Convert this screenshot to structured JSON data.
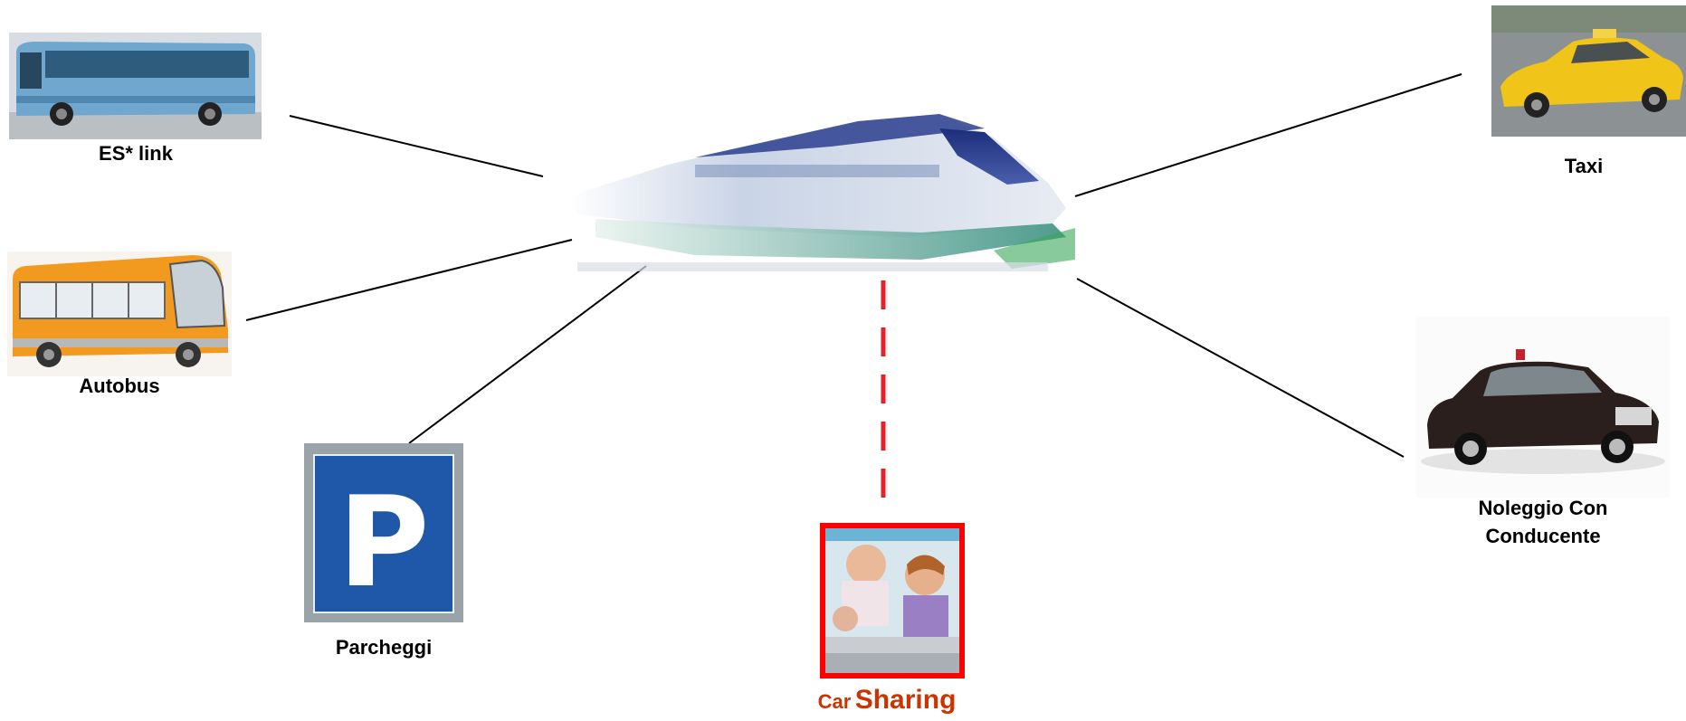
{
  "nodes": {
    "es_link": {
      "label": "ES* link"
    },
    "autobus": {
      "label": "Autobus"
    },
    "parcheggi": {
      "label": "Parcheggi",
      "sign_letter": "P"
    },
    "car_sharing": {
      "label_small": "Car",
      "label_large": "Sharing",
      "color": "#cc3300",
      "frame_color": "#ff0000"
    },
    "taxi": {
      "label": "Taxi"
    },
    "ncc": {
      "label_line1": "Noleggio Con",
      "label_line2": "Conducente"
    }
  },
  "hub": {
    "icon": "high-speed-train-icon"
  },
  "connectors": {
    "solid_color": "#000000",
    "dashed_color": "#e8202a"
  }
}
